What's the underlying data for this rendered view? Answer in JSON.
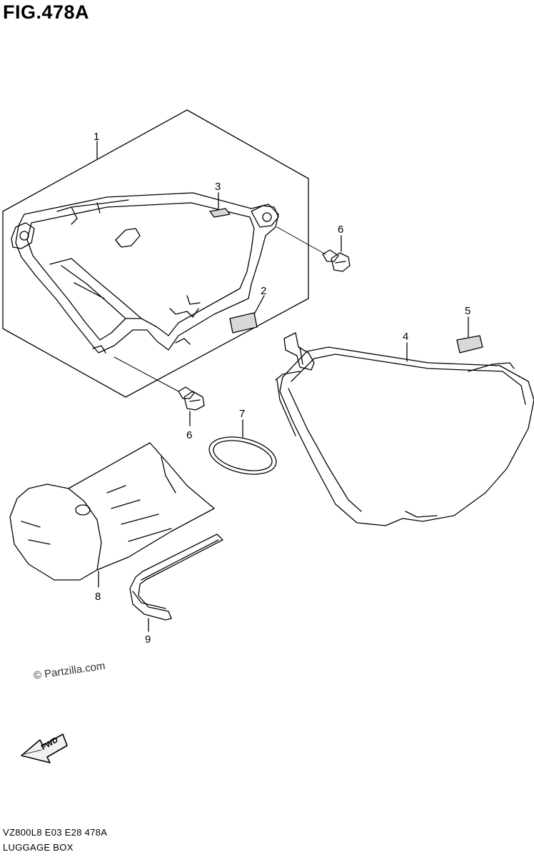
{
  "figure": {
    "title": "FIG.478A"
  },
  "callouts": {
    "c1": "1",
    "c2": "2",
    "c3": "3",
    "c4": "4",
    "c5": "5",
    "c6a": "6",
    "c6b": "6",
    "c7": "7",
    "c8": "8",
    "c9": "9"
  },
  "watermark": {
    "copyright": "© Partzilla.com"
  },
  "fwd_arrow": {
    "label": "FWD"
  },
  "footer": {
    "model_code": "VZ800L8  E03  E28  478A",
    "section_name": "LUGGAGE BOX"
  }
}
